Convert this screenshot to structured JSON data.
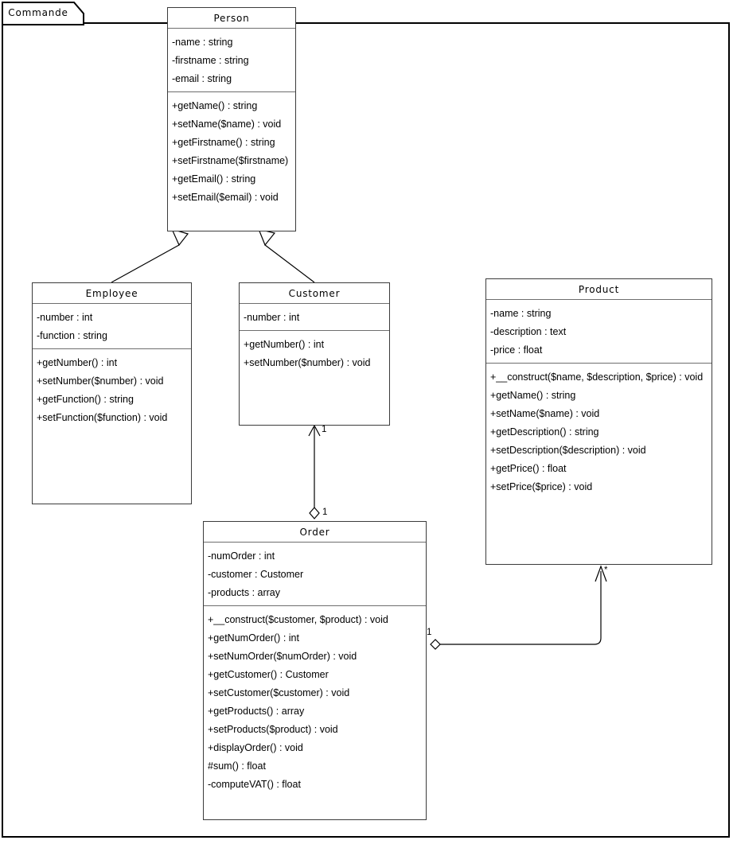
{
  "diagram": {
    "package_label": "Commande",
    "type": "uml-class-diagram"
  },
  "classes": [
    {
      "id": "person",
      "name": "Person",
      "attributes": [
        "-name : string",
        "-firstname : string",
        "-email : string"
      ],
      "methods": [
        "+getName() : string",
        "+setName($name) : void",
        "+getFirstname() : string",
        "+setFirstname($firstname)",
        "+getEmail() : string",
        "+setEmail($email) : void"
      ]
    },
    {
      "id": "employee",
      "name": "Employee",
      "attributes": [
        "-number : int",
        "-function : string"
      ],
      "methods": [
        "+getNumber() : int",
        "+setNumber($number) : void",
        "+getFunction() : string",
        "+setFunction($function) : void"
      ]
    },
    {
      "id": "customer",
      "name": "Customer",
      "attributes": [
        "-number : int"
      ],
      "methods": [
        "+getNumber() : int",
        "+setNumber($number) : void"
      ]
    },
    {
      "id": "product",
      "name": "Product",
      "attributes": [
        "-name : string",
        "-description : text",
        "-price : float"
      ],
      "methods": [
        "+__construct($name, $description, $price) : void",
        "+getName() : string",
        "+setName($name) : void",
        "+getDescription() : string",
        "+setDescription($description) : void",
        "+getPrice() : float",
        "+setPrice($price) : void"
      ]
    },
    {
      "id": "order",
      "name": "Order",
      "attributes": [
        "-numOrder : int",
        "-customer : Customer",
        "-products : array"
      ],
      "methods": [
        "+__construct($customer, $product) : void",
        "+getNumOrder() : int",
        "+setNumOrder($numOrder) : void",
        "+getCustomer() : Customer",
        "+setCustomer($customer) : void",
        "+getProducts() : array",
        "+setProducts($product) : void",
        "+displayOrder() : void",
        "#sum() : float",
        "-computeVAT() : float"
      ]
    }
  ],
  "relations": [
    {
      "id": "employee-person",
      "kind": "generalization",
      "from": "Employee",
      "to": "Person",
      "multiplicity": ""
    },
    {
      "id": "customer-person",
      "kind": "generalization",
      "from": "Customer",
      "to": "Person",
      "multiplicity": ""
    },
    {
      "id": "order-customer",
      "kind": "aggregation",
      "from": "Order",
      "to": "Customer",
      "source_multiplicity": "1",
      "target_multiplicity": "1"
    },
    {
      "id": "order-product",
      "kind": "aggregation",
      "from": "Order",
      "to": "Product",
      "source_multiplicity": "1",
      "target_multiplicity": "*"
    }
  ],
  "multiplicity_labels": {
    "customer_end": "1",
    "order_top_end": "1",
    "order_right_end": "1",
    "product_end": "*"
  },
  "colors": {
    "background": "#ffffff",
    "line": "#000000",
    "box_border": "#3b3b3b",
    "section_divider": "#6e6e6e",
    "text": "#000000"
  }
}
